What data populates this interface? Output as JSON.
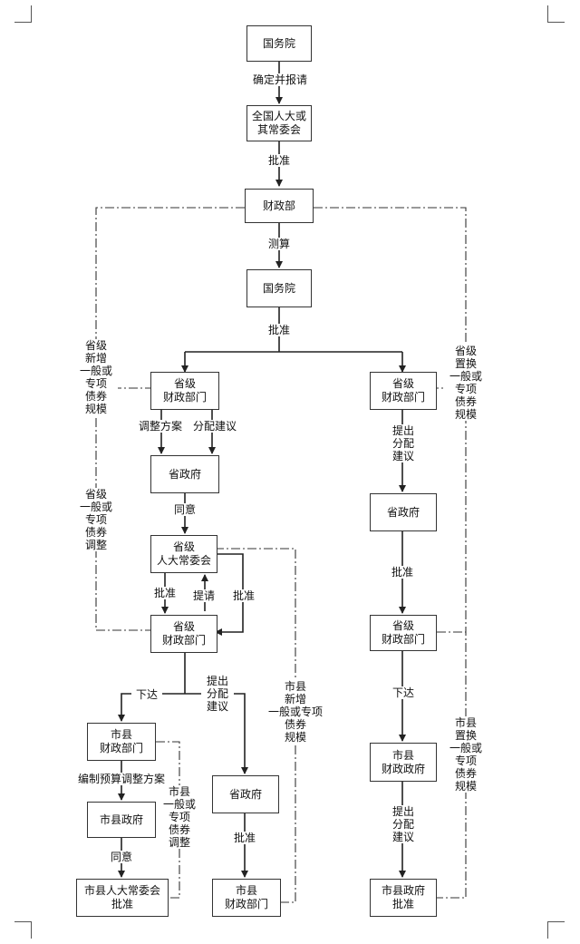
{
  "boxes": {
    "guowuyuan1": "国务院",
    "npc": "全国人大或\n其常委会",
    "mof": "财政部",
    "guowuyuan2": "国务院",
    "prov_fin_l": "省级\n财政部门",
    "prov_fin_r": "省级\n财政部门",
    "prov_gov_l": "省政府",
    "prov_npc": "省级\n人大常委会",
    "prov_fin_l2": "省级\n财政部门",
    "prov_gov_r": "省政府",
    "prov_fin_r2": "省级\n财政部门",
    "city_fin": "市县\n财政部门",
    "city_gov": "市县政府",
    "city_npc": "市县人大常委会\n批准",
    "prov_gov_mid": "省政府",
    "city_fin_mid": "市县\n财政部门",
    "city_fin_r": "市县\n财政政府",
    "city_gov_r": "市县政府\n批准"
  },
  "labels": {
    "confirm": "确定并报请",
    "approve1": "批准",
    "calc": "测算",
    "approve2": "批准",
    "adjust_plan": "调整方案",
    "alloc_suggest": "分配建议",
    "agree1": "同意",
    "approve3": "批准",
    "submit": "提请",
    "approve4": "批准",
    "propose_r": "提出\n分配\n建议",
    "approve_r": "批准",
    "issue_l": "下达",
    "propose_mid": "提出\n分配\n建议",
    "issue_r": "下达",
    "compile": "编制预算调整方案",
    "agree2": "同意",
    "approve_mid": "批准",
    "propose_r2": "提出\n分配\n建议",
    "side_left_1": "省级\n新增\n一般或\n专项\n债券\n规模",
    "side_left_2": "省级\n一般或\n专项\n债券\n调整",
    "side_right_1": "省级\n置换\n一般或\n专项\n债券\n规模",
    "side_mid_1": "市县\n新增\n一般或专项\n债券\n规模",
    "side_city_adjust": "市县\n一般或\n专项\n债券\n调整",
    "side_right_2": "市县\n置换\n一般或\n专项\n债券\n规模"
  }
}
